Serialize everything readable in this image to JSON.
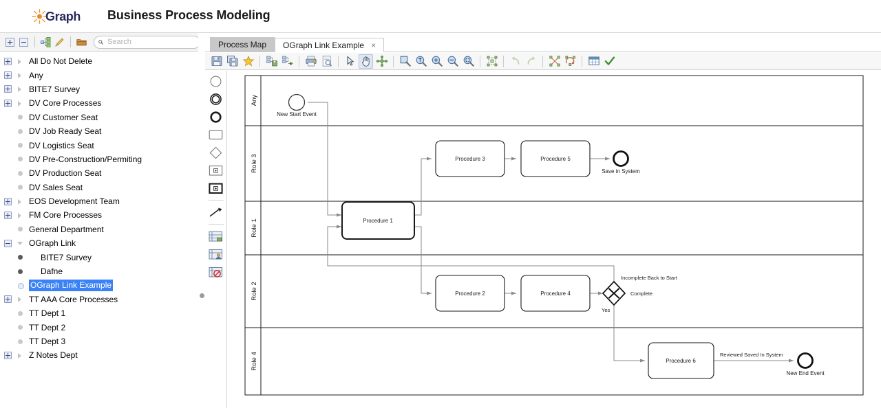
{
  "header": {
    "brand_wordmark": "Graph",
    "brand_icon": "sun-starburst-icon",
    "title": "Business Process Modeling"
  },
  "sidebar": {
    "toolbar": {
      "expand_all_label": "expand-all-icon",
      "collapse_all_label": "collapse-all-icon",
      "hierarchy_label": "hierarchy-icon",
      "edit_label": "pencil-icon",
      "folder_label": "folder-icon"
    },
    "search": {
      "placeholder": "Search",
      "value": ""
    },
    "tree": [
      {
        "label": "All Do Not Delete",
        "expander": "collapsed",
        "icon": "arrow",
        "depth": 0,
        "selected": false
      },
      {
        "label": "Any",
        "expander": "collapsed",
        "icon": "arrow",
        "depth": 0,
        "selected": false
      },
      {
        "label": "BITE7 Survey",
        "expander": "collapsed",
        "icon": "arrow",
        "depth": 0,
        "selected": false
      },
      {
        "label": "DV Core Processes",
        "expander": "collapsed",
        "icon": "arrow",
        "depth": 0,
        "selected": false
      },
      {
        "label": "DV Customer Seat",
        "expander": "none",
        "icon": "dot-grey",
        "depth": 0,
        "selected": false
      },
      {
        "label": "DV Job Ready Seat",
        "expander": "none",
        "icon": "dot-grey",
        "depth": 0,
        "selected": false
      },
      {
        "label": "DV Logistics Seat",
        "expander": "none",
        "icon": "dot-grey",
        "depth": 0,
        "selected": false
      },
      {
        "label": "DV Pre-Construction/Permiting",
        "expander": "none",
        "icon": "dot-grey",
        "depth": 0,
        "selected": false
      },
      {
        "label": "DV Production Seat",
        "expander": "none",
        "icon": "dot-grey",
        "depth": 0,
        "selected": false
      },
      {
        "label": "DV Sales Seat",
        "expander": "none",
        "icon": "dot-grey",
        "depth": 0,
        "selected": false
      },
      {
        "label": "EOS Development Team",
        "expander": "collapsed",
        "icon": "arrow",
        "depth": 0,
        "selected": false
      },
      {
        "label": "FM Core Processes",
        "expander": "collapsed",
        "icon": "arrow",
        "depth": 0,
        "selected": false
      },
      {
        "label": "General Department",
        "expander": "none",
        "icon": "dot-grey",
        "depth": 0,
        "selected": false
      },
      {
        "label": "OGraph Link",
        "expander": "expanded",
        "icon": "arrow-down",
        "depth": 0,
        "selected": false
      },
      {
        "label": "BITE7 Survey",
        "expander": "none",
        "icon": "dot-dark",
        "depth": 1,
        "selected": false
      },
      {
        "label": "Dafne",
        "expander": "none",
        "icon": "dot-dark",
        "depth": 1,
        "selected": false
      },
      {
        "label": "OGraph Link Example",
        "expander": "none",
        "icon": "dot-blue",
        "depth": 1,
        "selected": true
      },
      {
        "label": "TT AAA Core Processes",
        "expander": "collapsed",
        "icon": "arrow",
        "depth": 0,
        "selected": false
      },
      {
        "label": "TT Dept 1",
        "expander": "none",
        "icon": "dot-grey",
        "depth": 0,
        "selected": false
      },
      {
        "label": "TT Dept 2",
        "expander": "none",
        "icon": "dot-grey",
        "depth": 0,
        "selected": false
      },
      {
        "label": "TT Dept 3",
        "expander": "none",
        "icon": "dot-grey",
        "depth": 0,
        "selected": false
      },
      {
        "label": "Z Notes Dept",
        "expander": "collapsed",
        "icon": "arrow",
        "depth": 0,
        "selected": false
      }
    ]
  },
  "main": {
    "tabs": [
      {
        "label": "Process Map",
        "active": false,
        "closable": false
      },
      {
        "label": "OGraph Link Example",
        "active": true,
        "closable": true,
        "close_label": "×"
      }
    ],
    "toolbar": [
      {
        "name": "save-icon",
        "disabled": false,
        "pressed": false
      },
      {
        "name": "save-copy-icon",
        "disabled": false,
        "pressed": false
      },
      {
        "name": "favorite-star-icon",
        "disabled": false,
        "pressed": false
      },
      {
        "name": "save-diagram-icon",
        "disabled": false,
        "pressed": false
      },
      {
        "name": "export-diagram-icon",
        "disabled": false,
        "pressed": false
      },
      {
        "name": "print-icon",
        "disabled": false,
        "pressed": false
      },
      {
        "name": "print-preview-icon",
        "disabled": false,
        "pressed": false
      },
      {
        "name": "select-pointer-icon",
        "disabled": false,
        "pressed": false
      },
      {
        "name": "pan-hand-icon",
        "disabled": false,
        "pressed": true
      },
      {
        "name": "move-icon",
        "disabled": false,
        "pressed": false
      },
      {
        "name": "zoom-region-icon",
        "disabled": false,
        "pressed": false
      },
      {
        "name": "zoom-actual-icon",
        "disabled": false,
        "pressed": false
      },
      {
        "name": "zoom-in-icon",
        "disabled": false,
        "pressed": false
      },
      {
        "name": "zoom-out-icon",
        "disabled": false,
        "pressed": false
      },
      {
        "name": "zoom-fit-icon",
        "disabled": false,
        "pressed": false
      },
      {
        "name": "auto-layout-icon",
        "disabled": false,
        "pressed": false
      },
      {
        "name": "undo-icon",
        "disabled": true,
        "pressed": false
      },
      {
        "name": "redo-icon",
        "disabled": true,
        "pressed": false
      },
      {
        "name": "align-nodes-icon",
        "disabled": false,
        "pressed": false
      },
      {
        "name": "rotate-layout-icon",
        "disabled": false,
        "pressed": false
      },
      {
        "name": "grid-table-icon",
        "disabled": false,
        "pressed": false
      },
      {
        "name": "validate-check-icon",
        "disabled": false,
        "pressed": false
      }
    ],
    "palette": [
      {
        "name": "start-event-shape",
        "title": "Start Event"
      },
      {
        "name": "intermediate-event-shape",
        "title": "Intermediate Event"
      },
      {
        "name": "end-event-shape",
        "title": "End Event"
      },
      {
        "name": "task-shape",
        "title": "Task"
      },
      {
        "name": "gateway-shape",
        "title": "Gateway"
      },
      {
        "name": "subprocess-shape",
        "title": "Sub Process"
      },
      {
        "name": "collapsed-subprocess-shape",
        "title": "Collapsed Sub Process"
      },
      {
        "name": "connector-tool",
        "title": "Connector"
      },
      {
        "name": "pool-lane-tool",
        "title": "Pool / Lane"
      },
      {
        "name": "participant-lane-tool",
        "title": "Participant Lane"
      },
      {
        "name": "delete-lane-tool",
        "title": "Delete Lane"
      }
    ]
  },
  "diagram": {
    "lanes": [
      {
        "label": "Any"
      },
      {
        "label": "Role 3"
      },
      {
        "label": "Role 1"
      },
      {
        "label": "Role 2"
      },
      {
        "label": "Role 4"
      }
    ],
    "nodes": [
      {
        "id": "start",
        "type": "start-event",
        "label": "New Start Event",
        "lane": "Any"
      },
      {
        "id": "proc3",
        "type": "task",
        "label": "Procedure 3",
        "lane": "Role 3",
        "selected": false
      },
      {
        "id": "proc5",
        "type": "task",
        "label": "Procedure 5",
        "lane": "Role 3",
        "selected": false
      },
      {
        "id": "end1",
        "type": "end-event",
        "label": "Save in System",
        "lane": "Role 3"
      },
      {
        "id": "proc1",
        "type": "task",
        "label": "Procedure 1",
        "lane": "Role 1",
        "selected": true
      },
      {
        "id": "proc2",
        "type": "task",
        "label": "Procedure 2",
        "lane": "Role 2",
        "selected": false
      },
      {
        "id": "proc4",
        "type": "task",
        "label": "Procedure 4",
        "lane": "Role 2",
        "selected": false
      },
      {
        "id": "gate1",
        "type": "gateway",
        "label": "Complete",
        "lane": "Role 2"
      },
      {
        "id": "proc6",
        "type": "task",
        "label": "Procedure 6",
        "lane": "Role 4",
        "selected": false
      },
      {
        "id": "end2",
        "type": "end-event",
        "label": "New End Event",
        "lane": "Role 4"
      }
    ],
    "edge_labels": {
      "loop_back": "Incomplete Back to Start",
      "gateway_yes": "Yes",
      "to_end2": "Reviewed Saved In System"
    }
  }
}
